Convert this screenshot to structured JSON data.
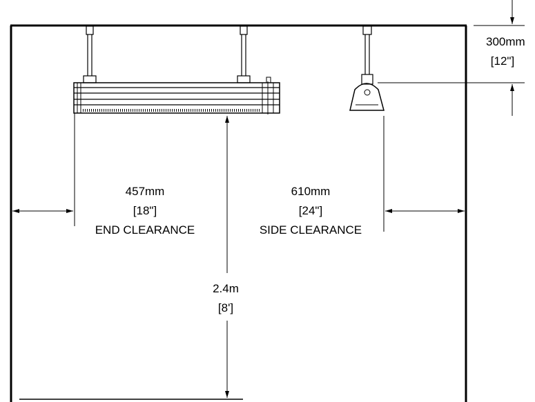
{
  "dimensions": {
    "ceiling_offset": {
      "value": "300mm",
      "imperial": "12\""
    },
    "end_clearance": {
      "value": "457mm",
      "imperial": "18\"",
      "label": "END CLEARANCE"
    },
    "side_clearance": {
      "value": "610mm",
      "imperial": "24\"",
      "label": "SIDE CLEARANCE"
    },
    "mount_height": {
      "value": "2.4m",
      "imperial": "8'"
    }
  }
}
